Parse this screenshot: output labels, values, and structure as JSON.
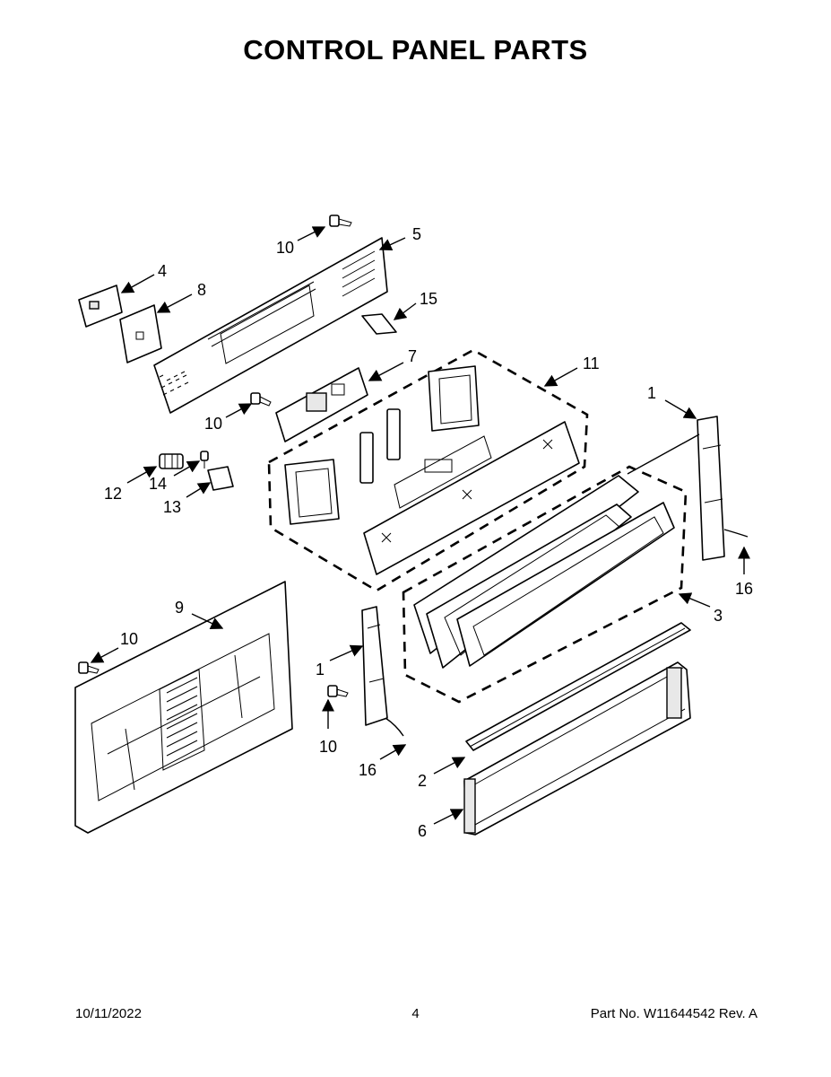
{
  "title": "CONTROL PANEL PARTS",
  "callouts": {
    "c10a": "10",
    "c5": "5",
    "c4": "4",
    "c8": "8",
    "c15": "15",
    "c7": "7",
    "c11": "11",
    "c10b": "10",
    "c1a": "1",
    "c12": "12",
    "c14": "14",
    "c13": "13",
    "c16a": "16",
    "c3": "3",
    "c9": "9",
    "c10c": "10",
    "c1b": "1",
    "c10d": "10",
    "c16b": "16",
    "c2": "2",
    "c6": "6"
  },
  "footer": {
    "date": "10/11/2022",
    "page": "4",
    "part_number": "Part No.  W11644542  Rev.  A"
  }
}
